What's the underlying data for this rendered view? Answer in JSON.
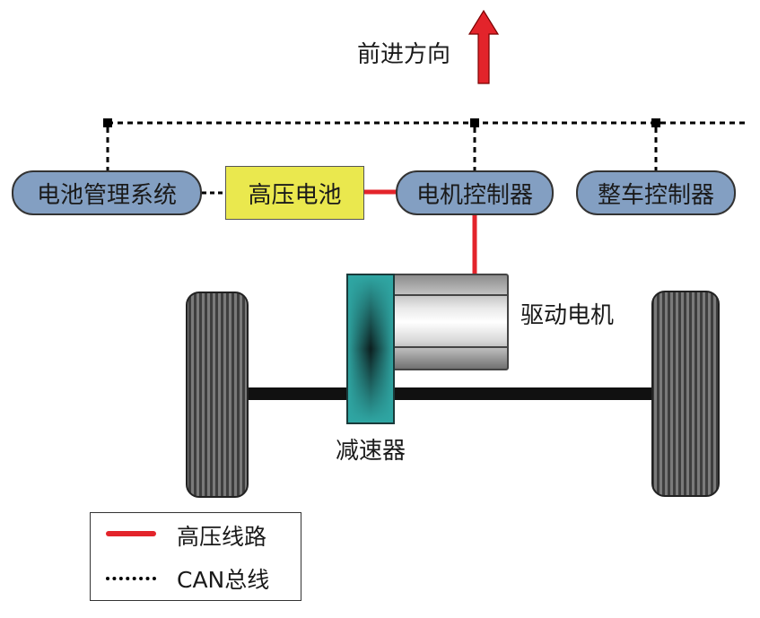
{
  "direction": {
    "label": "前进方向",
    "arrow_color": "#e3242b"
  },
  "nodes": {
    "bms": "电池管理系统",
    "battery": "高压电池",
    "motor_controller": "电机控制器",
    "vehicle_controller": "整车控制器",
    "drive_motor": "驱动电机",
    "reducer": "减速器"
  },
  "colors": {
    "high_voltage": "#e3242b",
    "can_bus": "#000000",
    "controller_fill": "#839fc2",
    "battery_fill": "#eae84e",
    "reducer_fill": "#2a9a98",
    "tire": "#4a4a4a"
  },
  "legend": {
    "items": [
      {
        "label": "高压线路",
        "style": "solid-red"
      },
      {
        "label": "CAN总线",
        "style": "dotted-black"
      }
    ]
  }
}
